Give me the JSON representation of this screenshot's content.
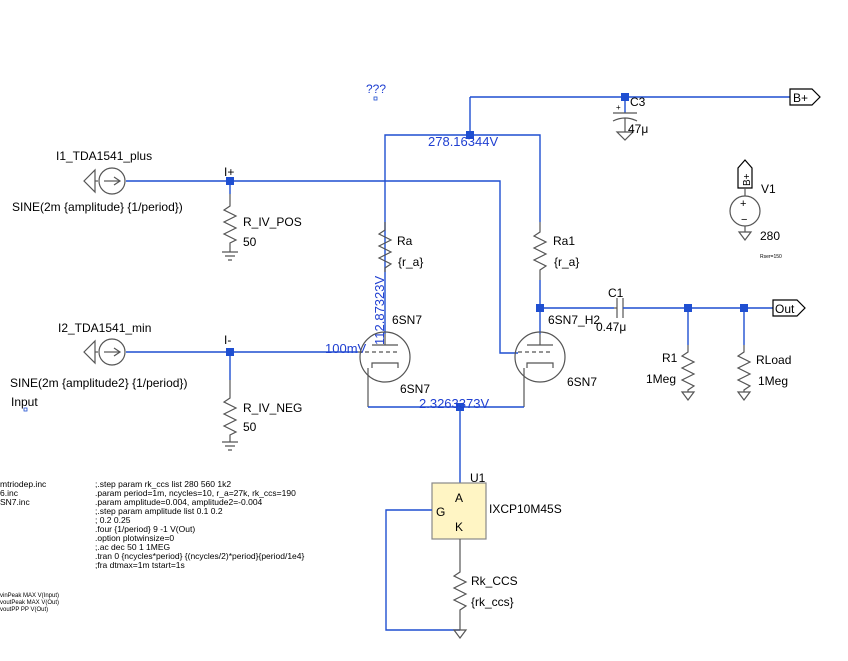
{
  "components": {
    "i1_name": "I1_TDA1541_plus",
    "i1_value": "SINE(2m {amplitude} {1/period})",
    "i2_name": "I2_TDA1541_min",
    "i2_value": "SINE(2m {amplitude2} {1/period})",
    "r_iv_pos_name": "R_IV_POS",
    "r_iv_pos_value": "50",
    "r_iv_neg_name": "R_IV_NEG",
    "r_iv_neg_value": "50",
    "ra_name": "Ra",
    "ra_value": "{r_a}",
    "ra1_name": "Ra1",
    "ra1_value": "{r_a}",
    "tube1_name": "6SN7",
    "tube1_model": "6SN7",
    "tube2_name": "6SN7_H2",
    "tube2_model": "6SN7",
    "c3_name": "C3",
    "c3_value": "47μ",
    "c1_name": "C1",
    "c1_value": "0.47μ",
    "v1_name": "V1",
    "v1_value": "280",
    "v1_rser": "Rser=150",
    "r1_name": "R1",
    "r1_value": "1Meg",
    "rload_name": "RLoad",
    "rload_value": "1Meg",
    "u1_name": "U1",
    "u1_part": "IXCP10M45S",
    "u1_pin_a": "A",
    "u1_pin_k": "K",
    "u1_pin_g": "G",
    "rk_ccs_name": "Rk_CCS",
    "rk_ccs_value": "{rk_ccs}"
  },
  "nets": {
    "i_plus": "I+",
    "i_min": "I-",
    "input": "Input",
    "unknown": "???",
    "bplus_flag": "B+",
    "bplus_source": "B+",
    "out_flag": "Out"
  },
  "voltages": {
    "b_plus": "278.16344V",
    "anode1": "112.87323V",
    "grid": "100mV",
    "cathode": "2.3263373V"
  },
  "directives": {
    "includes": [
      "mtriodep.inc",
      "6.inc",
      "SN7.inc"
    ],
    "commands": [
      ";.step param rk_ccs list 280 560 1k2",
      ".param period=1m, ncycles=10, r_a=27k, rk_ccs=190",
      ".param amplitude=0.004, amplitude2=-0.004",
      ";.step param amplitude list 0.1 0.2",
      "; 0.2 0.25",
      ".four {1/period} 9 -1 V(Out)",
      ".option plotwinsize=0",
      ";.ac dec 50 1 1MEG",
      ".tran 0 {ncycles*period} {(ncycles/2)*period}{period/1e4}",
      ";fra dtmax=1m tstart=1s"
    ],
    "measures": [
      "vinPeak MAX V(Input)",
      "voutPeak MAX V(Out)",
      "voutPP PP V(Out)"
    ]
  }
}
